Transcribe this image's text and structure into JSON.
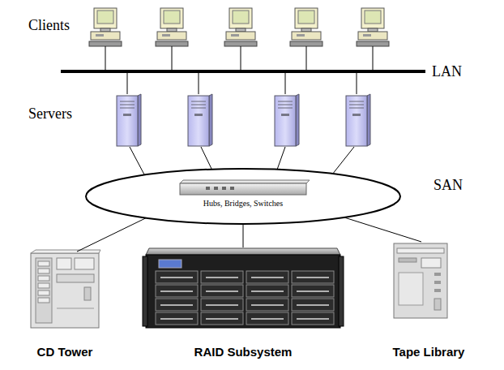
{
  "diagram": {
    "nodes": [
      {
        "text": [
          "SAN"
        ]
      },
      {
        "text": [
          "Hubs, Bridges, Switches"
        ],
        "in": 0
      },
      {
        "text": [
          "CD Tower"
        ]
      },
      {
        "text": [
          "RAID Subsystem"
        ]
      },
      {
        "text": [
          "Tape Library"
        ]
      }
    ],
    "edges": [
      {
        "from": 0,
        "to": 2,
        "arrow": "none"
      },
      {
        "from": 0,
        "to": 3,
        "arrow": "none"
      },
      {
        "from": 0,
        "to": 4,
        "arrow": "none"
      }
    ],
    "labels": [
      "Clients",
      "LAN",
      "Servers"
    ]
  }
}
